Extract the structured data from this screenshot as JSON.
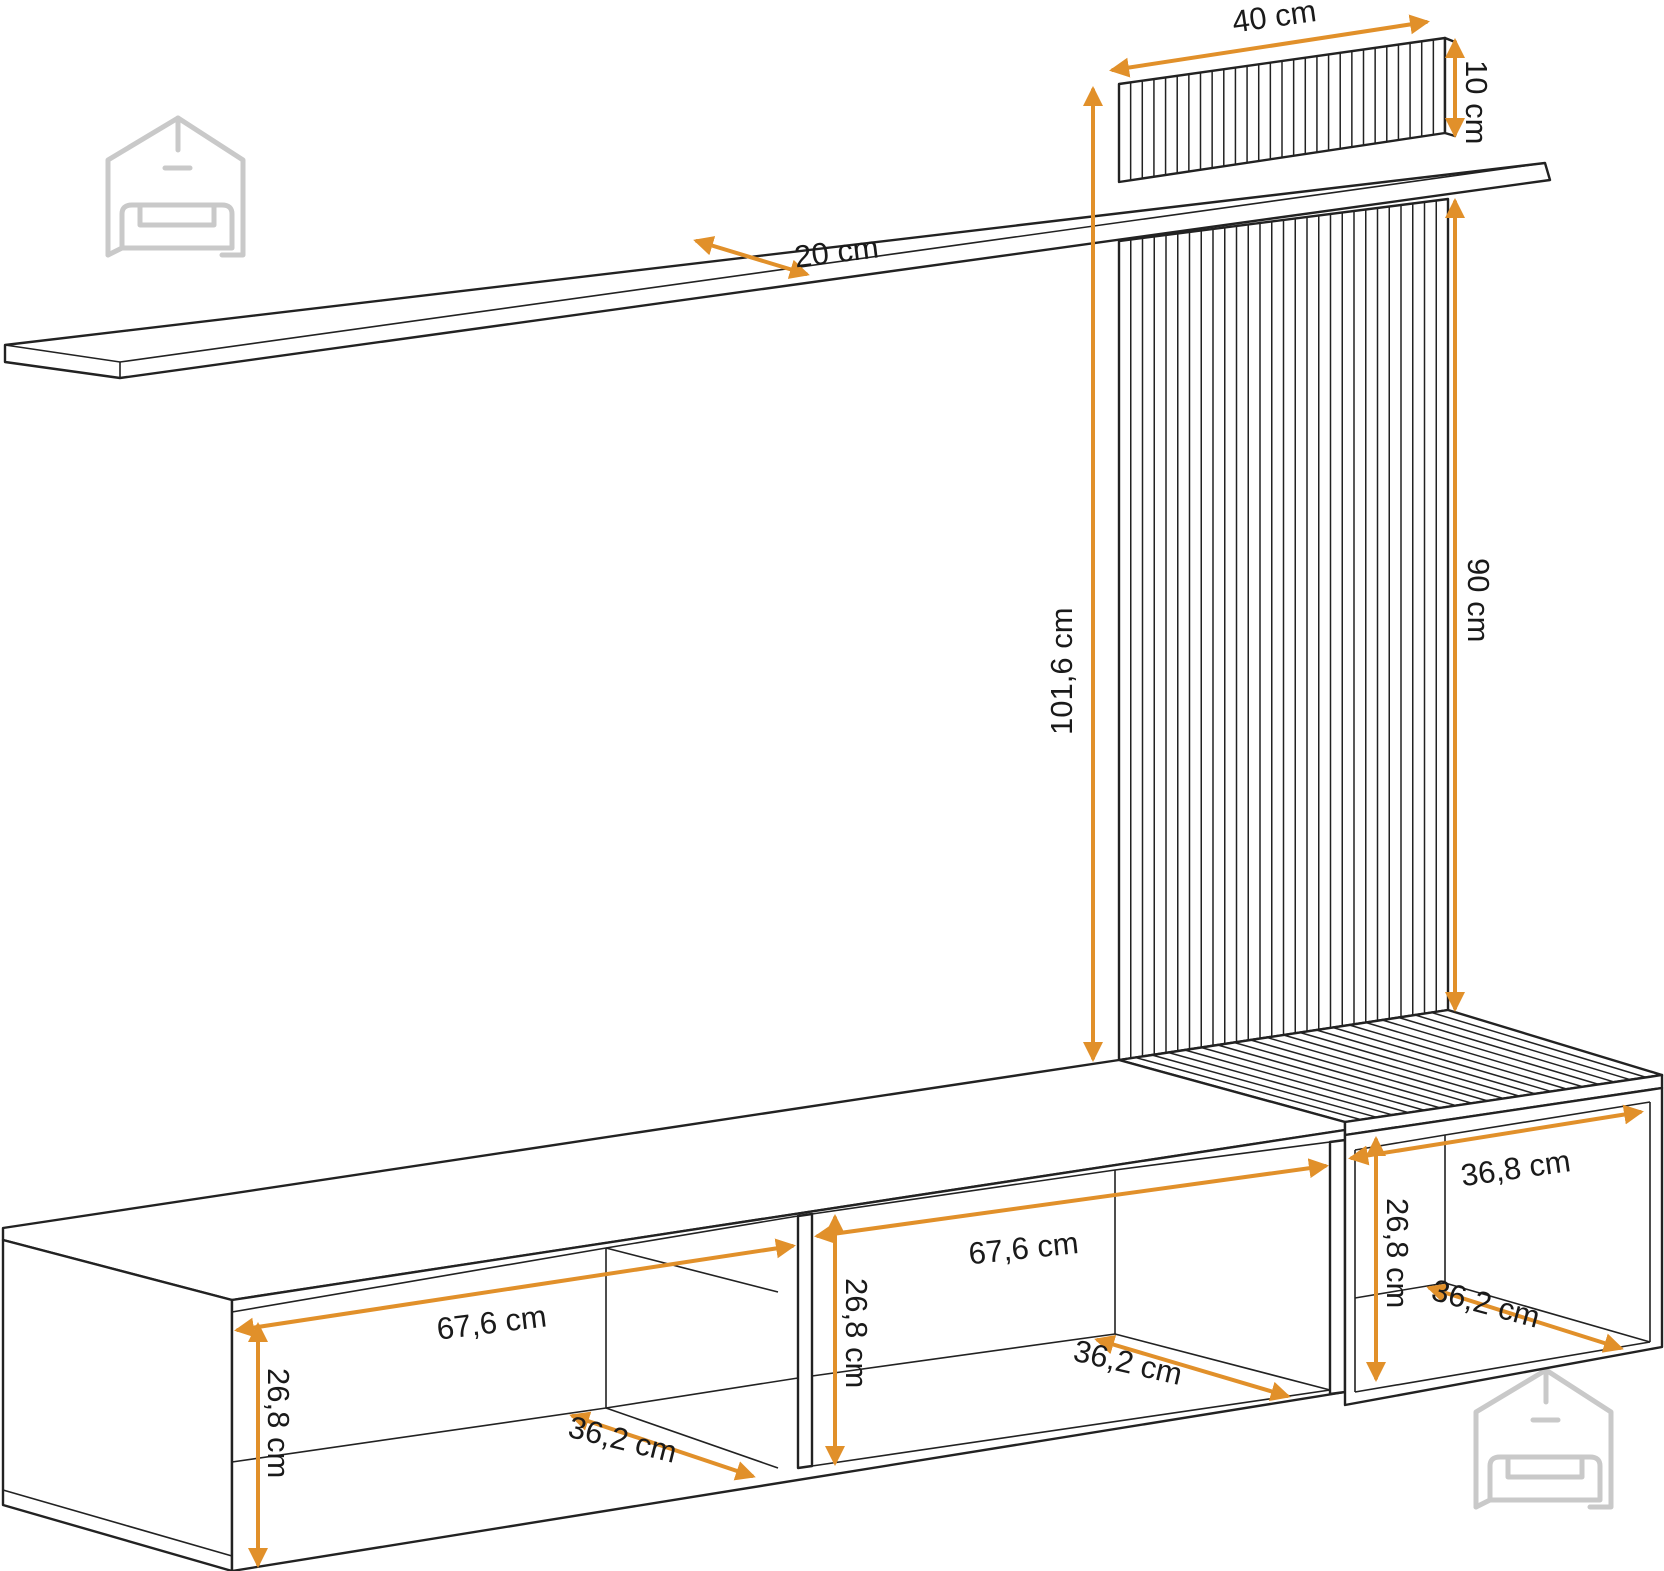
{
  "colors": {
    "dimension": "#e1902a",
    "line": "#222222",
    "logo": "#c9c9c9"
  },
  "icons": [
    "house-sofa-logo",
    "house-sofa-logo"
  ],
  "dimensions": {
    "panel_width": "40 cm",
    "panel_top_height": "10 cm",
    "shelf_depth": "20 cm",
    "panel_total_height": "101,6 cm",
    "panel_lower_height": "90 cm",
    "left_cabinet_width": "67,6 cm",
    "left_cabinet_height": "26,8 cm",
    "left_cabinet_depth": "36,2 cm",
    "middle_cabinet_width": "67,6 cm",
    "middle_cabinet_height": "26,8 cm",
    "middle_cabinet_depth": "36,2 cm",
    "right_cabinet_width": "36,8 cm",
    "right_cabinet_height": "26,8 cm",
    "right_cabinet_depth": "36,2 cm"
  }
}
